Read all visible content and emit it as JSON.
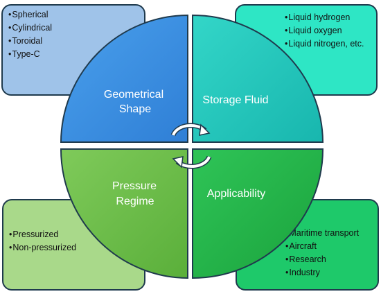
{
  "boxes": {
    "top_left": {
      "items": [
        "Spherical",
        "Cylindrical",
        "Toroidal",
        "Type-C"
      ]
    },
    "top_right": {
      "items": [
        "Liquid hydrogen",
        "Liquid oxygen",
        "Liquid nitrogen, etc."
      ]
    },
    "bottom_left": {
      "items": [
        "Pressurized",
        "Non-pressurized"
      ]
    },
    "bottom_right": {
      "items": [
        "Maritime transport",
        "Aircraft",
        "Research",
        "Industry"
      ]
    }
  },
  "quadrants": {
    "top_left": {
      "line1": "Geometrical",
      "line2": "Shape",
      "color": "#3a8ee0"
    },
    "top_right": {
      "line1": "Storage Fluid",
      "color": "#22c7bd"
    },
    "bottom_left": {
      "line1": "Pressure",
      "line2": "Regime",
      "color": "#6cbf4a"
    },
    "bottom_right": {
      "line1": "Applicability",
      "color": "#23b447"
    }
  },
  "icons": {
    "center": "cycle-arrows-icon"
  }
}
